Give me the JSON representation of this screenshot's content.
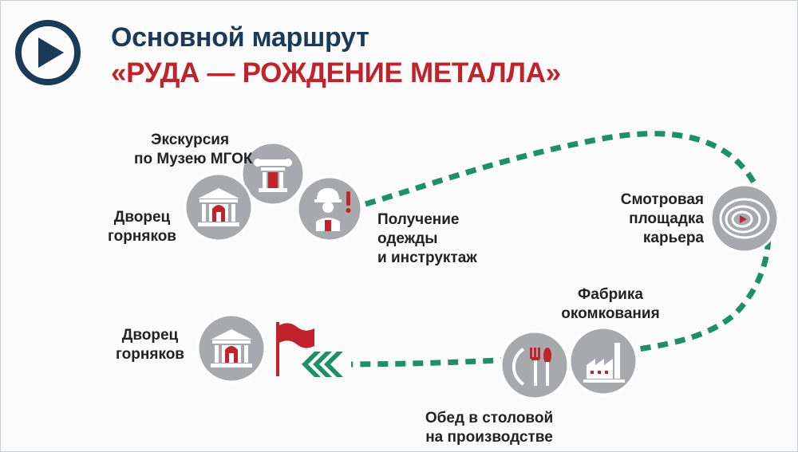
{
  "header": {
    "title": "Основной маршрут",
    "subtitle": "«РУДА — РОЖДЕНИЕ МЕТАЛЛА»"
  },
  "stops": {
    "museum": {
      "lines": [
        "Экскурсия",
        "по Музею МГОК"
      ],
      "icon": "museum-column-icon"
    },
    "palace_start": {
      "lines": [
        "Дворец",
        "горняков"
      ],
      "icon": "palace-building-icon"
    },
    "gear": {
      "lines": [
        "Получение",
        "одежды",
        "и инструктаж"
      ],
      "icon": "worker-helmet-icon"
    },
    "quarry": {
      "lines": [
        "Смотровая",
        "площадка",
        "карьера"
      ],
      "icon": "quarry-rings-icon"
    },
    "factory": {
      "lines": [
        "Фабрика",
        "окомкования"
      ],
      "icon": "factory-icon"
    },
    "lunch": {
      "lines": [
        "Обед в столовой",
        "на производстве"
      ],
      "icon": "fork-knife-icon"
    },
    "palace_end": {
      "lines": [
        "Дворец",
        "горняков"
      ],
      "icon": "palace-building-icon"
    }
  },
  "colors": {
    "navy": "#1b3a57",
    "red": "#c0232c",
    "circle_gray": "#a7a9ac",
    "route_green": "#1f8f6a"
  }
}
